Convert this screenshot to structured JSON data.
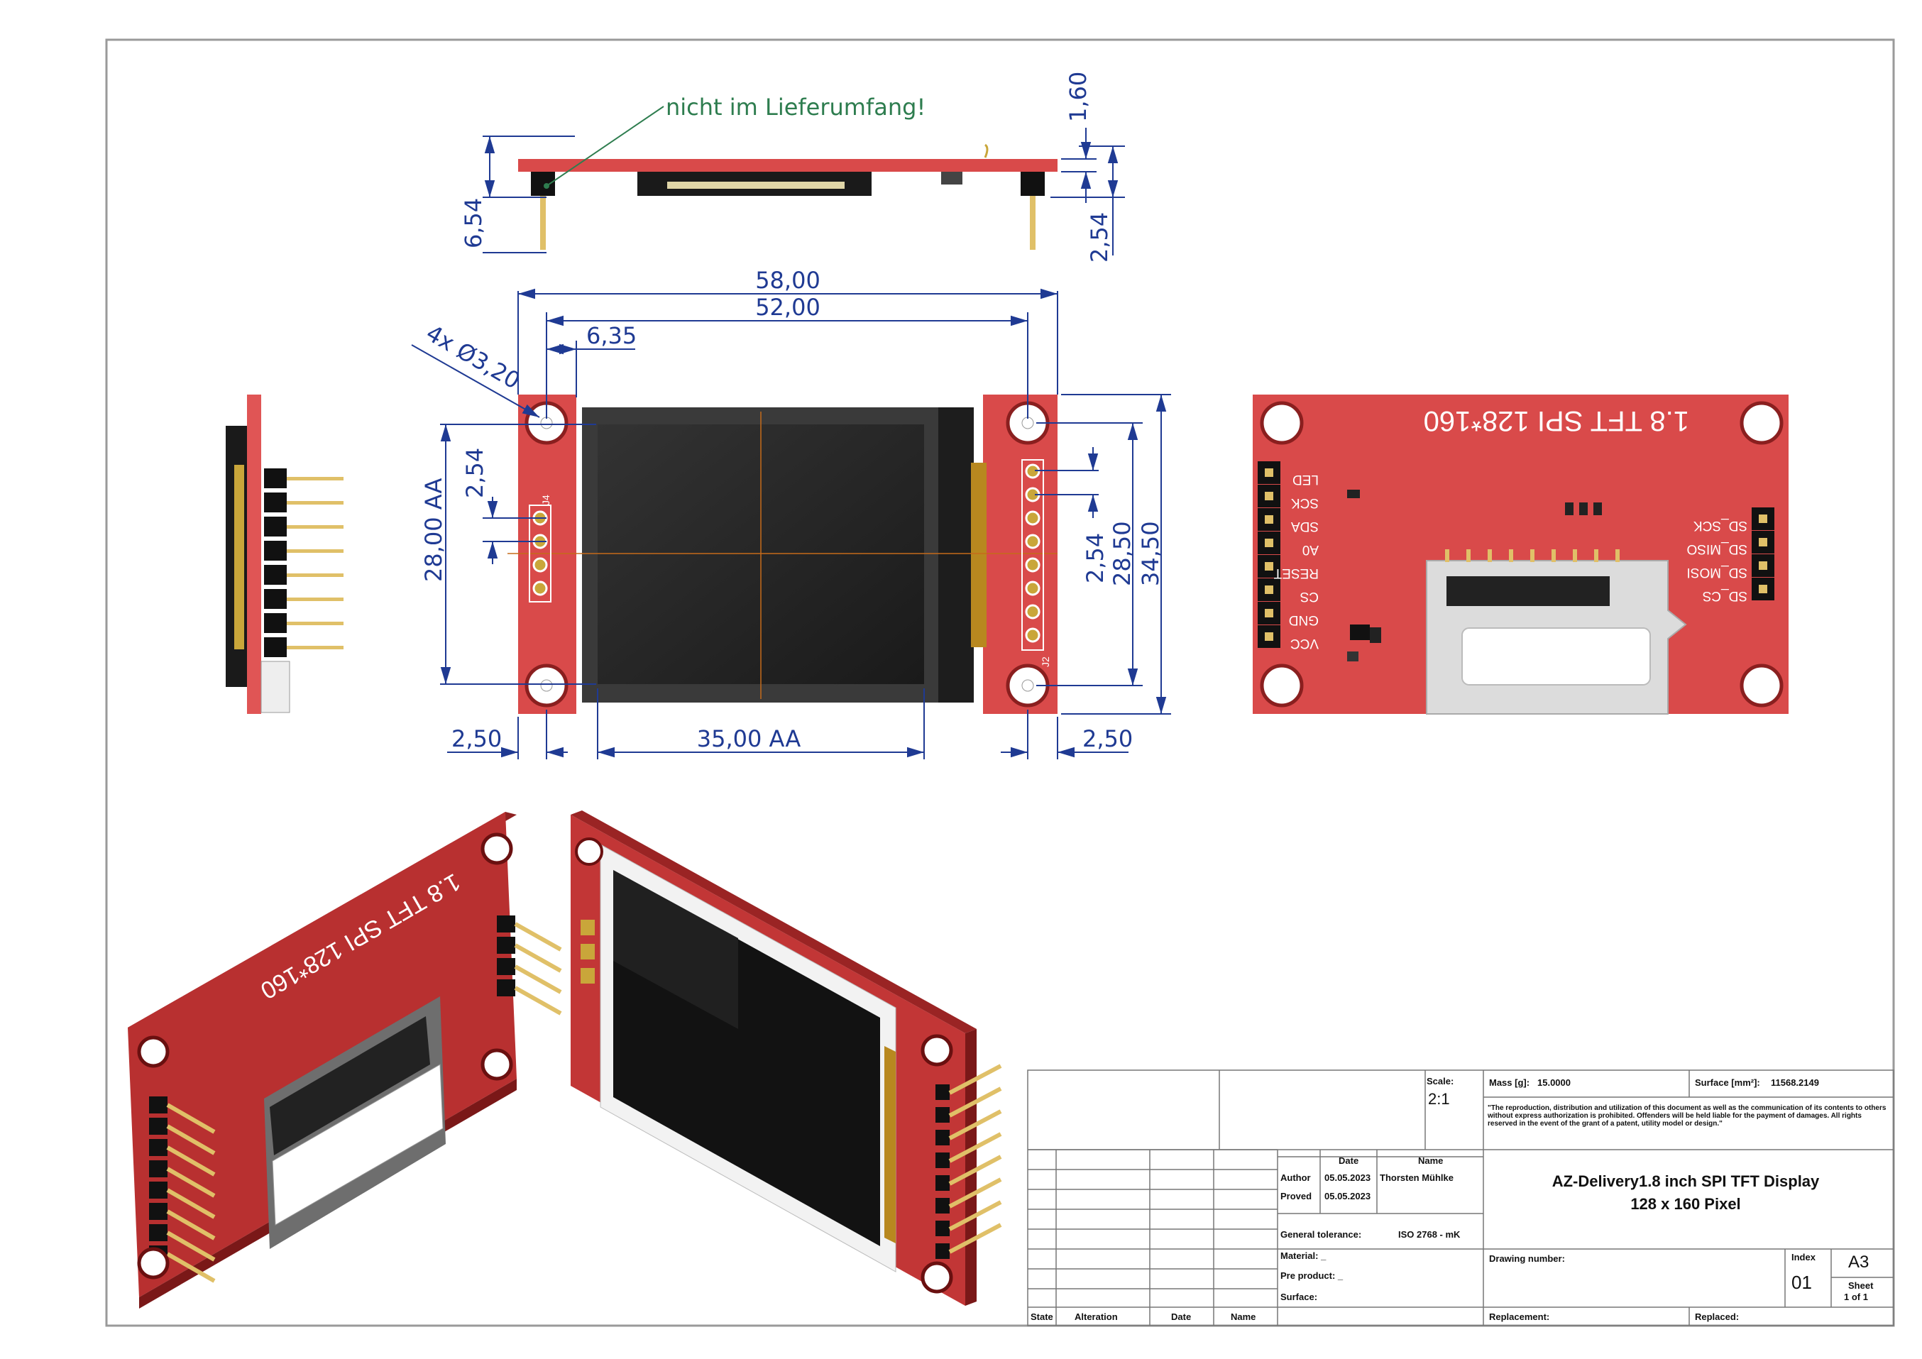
{
  "note": "nicht im Lieferumfang!",
  "dimensions": {
    "pcb_thickness": "1,60",
    "height_pins": "6,54",
    "pin_pitch_side": "2,54",
    "width_total": "58,00",
    "hole_spacing_x": "52,00",
    "header_offset": "6,35",
    "holes": "4x Ø3,20",
    "active_height": "28,00 AA",
    "pitch_left": "2,54",
    "pitch_right": "2,54",
    "hole_spacing_y": "28,50",
    "height_total": "34,50",
    "margin_left": "2,50",
    "active_width": "35,00 AA",
    "margin_right": "2,50"
  },
  "board": {
    "silk_title": "1.8 TFT SPI 128*160",
    "pins_left": [
      "LED",
      "SCK",
      "SDA",
      "A0",
      "RESET",
      "CS",
      "GND",
      "VCC"
    ],
    "pins_right": [
      "SD_SCK",
      "SD_MISO",
      "SD_MOSI",
      "SD_CS"
    ],
    "label_j4": "J4",
    "label_j2": "J2"
  },
  "colors": {
    "pcb": "#d94a4a",
    "pcb_dark": "#a52828",
    "dimension": "#1f3a93",
    "note": "#2e7d4f",
    "pins": "#e0c068"
  },
  "title_block": {
    "scale_label": "Scale:",
    "scale_value": "2:1",
    "mass_label": "Mass [g]:",
    "mass_value": "15.0000",
    "surface_label": "Surface [mm²]:",
    "surface_value": "11568.2149",
    "legal": "\"The reproduction, distribution and utilization of this document as well as the communication of its contents to others without express authorization is prohibited. Offenders will be held liable for the payment of damages. All rights reserved in the event of the grant of a patent, utility model or design.\"",
    "col_date": "Date",
    "col_name": "Name",
    "author_label": "Author",
    "author_date": "05.05.2023",
    "author_name": "Thorsten Mühlke",
    "proved_label": "Proved",
    "proved_date": "05.05.2023",
    "tolerance_label": "General tolerance:",
    "tolerance_value": "ISO 2768 - mK",
    "material_label": "Material: _",
    "preproduct_label": "Pre product: _",
    "surface_row_label": "Surface:",
    "title_line1": "AZ-Delivery1.8 inch SPI TFT Display",
    "title_line2": "128 x 160 Pixel",
    "drawing_number_label": "Drawing number:",
    "index_label": "Index",
    "index_value": "01",
    "format": "A3",
    "sheet_label": "Sheet",
    "sheet_value": "1 of 1",
    "state_label": "State",
    "alteration_label": "Alteration",
    "date_label": "Date",
    "name_label": "Name",
    "replacement_label": "Replacement:",
    "replaced_label": "Replaced:"
  }
}
